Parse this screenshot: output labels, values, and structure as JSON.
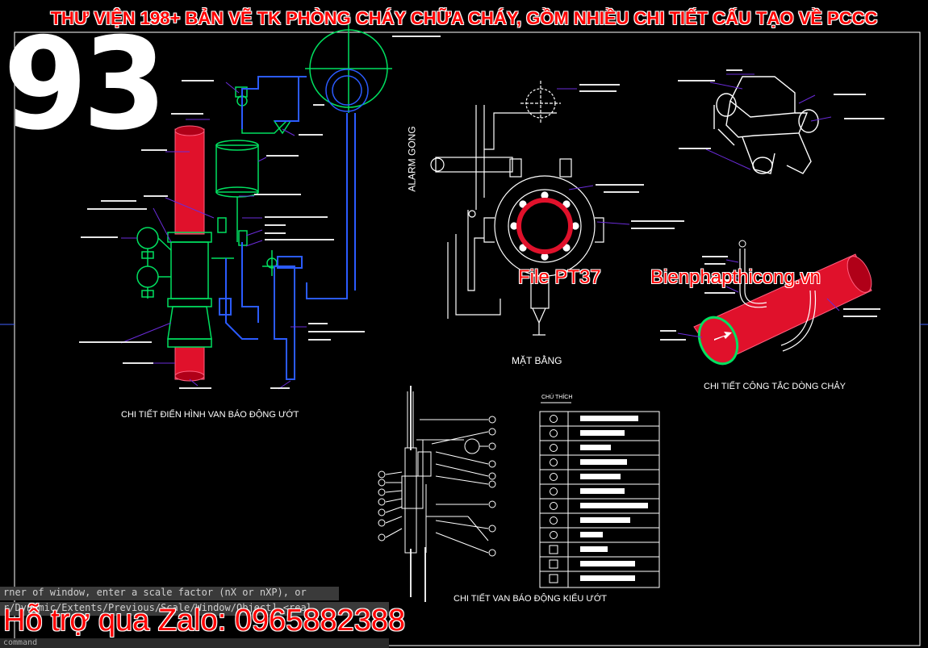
{
  "banner": {
    "title": "THƯ VIỆN 198+ BẢN VẼ TK PHÒNG CHÁY CHỮA CHÁY, GỒM NHIỀU CHI TIẾT CẤU TẠO VỀ PCCC",
    "number": "93"
  },
  "watermarks": {
    "file_code": "File PT37",
    "website": "Bienphapthicong.vn",
    "zalo": "Hỗ trợ qua Zalo: 0965882388"
  },
  "drawing": {
    "captions": {
      "wet_alarm_valve": "CHI TIẾT ĐIỂN HÌNH VAN BÁO ĐỘNG ƯỚT",
      "flow_switch": "CHI TIẾT CÔNG TẮC DÒNG CHẢY",
      "plan": "MẶT BẰNG",
      "wet_alarm_valve_type": "CHI TIẾT VAN BÁO ĐỘNG KIỂU ƯỚT",
      "legend_title": "CHÚ THÍCH",
      "alarm_gong": "ALARM GONG"
    }
  },
  "command_line": {
    "line1": "rner of window, enter a scale factor (nX or nXP), or",
    "line2": "r/Dynamic/Extents/Previous/Scale/Window/Object] <real",
    "line3": "command"
  },
  "colors": {
    "background": "#000000",
    "banner_text": "#ff0000",
    "pipe_red": "#e0112b",
    "pipe_green": "#00e060",
    "pipe_blue": "#2b5bff",
    "leader_purple": "#6a2bd9",
    "line_white": "#ffffff"
  }
}
